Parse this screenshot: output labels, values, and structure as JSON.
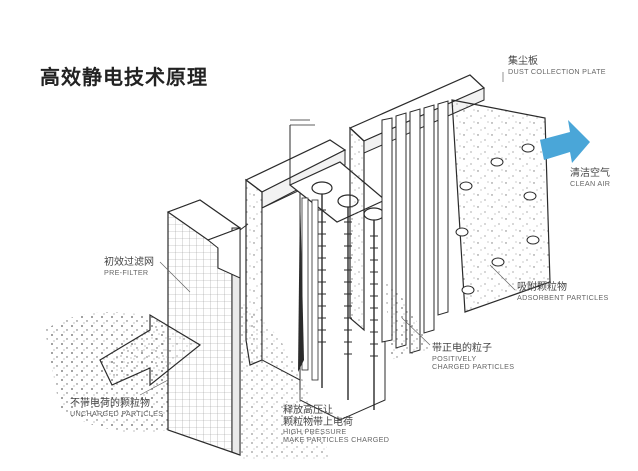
{
  "title": "高效静电技术原理",
  "colors": {
    "outline": "#2b2b2b",
    "dots": "#555555",
    "arrow_blue": "#4aa6d8",
    "mesh": "#9a9a9a",
    "text": "#555555"
  },
  "labels": {
    "dust_collection_plate": {
      "zh": "集尘板",
      "en": "DUST COLLECTION PLATE"
    },
    "clean_air": {
      "zh": "清洁空气",
      "en": "CLEAN AIR"
    },
    "pre_filter": {
      "zh": "初效过滤网",
      "en": "PRE-FILTER"
    },
    "adsorbent_particles": {
      "zh": "吸附颗粒物",
      "en": "ADSORBENT PARTICLES"
    },
    "positively_charged": {
      "zh": "带正电的粒子",
      "en1": "POSITIVELY",
      "en2": "CHARGED PARTICLES"
    },
    "uncharged_particles": {
      "zh": "不带电荷的颗粒物",
      "en": "UNCHARGED PARTICLES"
    },
    "high_pressure": {
      "zh1": "释放高压让",
      "zh2": "颗粒物带上电荷",
      "en1": "HIGH PRESSURE",
      "en2": "MAKE PARTICLES CHARGED"
    }
  },
  "icons": [
    "flow-arrow-icon",
    "clean-air-arrow-icon",
    "electrode-rod-icon"
  ]
}
